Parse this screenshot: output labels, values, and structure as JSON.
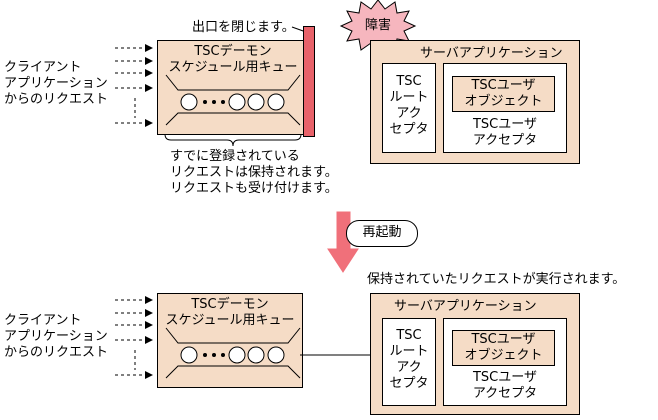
{
  "top": {
    "close_exit": "出口を閉じます。",
    "failure": "障害",
    "client_requests": [
      "クライアント",
      "アプリケーション",
      "からのリクエスト"
    ],
    "queue_title": [
      "TSCデーモン",
      "スケジュール用キュー"
    ],
    "server_app": "サーバアプリケーション",
    "root_acceptor": [
      "TSC",
      "ルート",
      "アク",
      "セプタ"
    ],
    "user_object": "TSCユーザ\nオブジェクト",
    "user_acceptor": [
      "TSCユーザ",
      "アクセプタ"
    ],
    "queued_note": [
      "すでに登録されている",
      "リクエストは保持されます。",
      "リクエストも受け付けます。"
    ]
  },
  "restart_label": "再起動",
  "bottom": {
    "executed_note": "保持されていたリクエストが実行されます。",
    "client_requests": [
      "クライアント",
      "アプリケーション",
      "からのリクエスト"
    ],
    "queue_title": [
      "TSCデーモン",
      "スケジュール用キュー"
    ],
    "server_app": "サーバアプリケーション",
    "root_acceptor": [
      "TSC",
      "ルート",
      "アク",
      "セプタ"
    ],
    "user_object": "TSCユーザ\nオブジェクト",
    "user_acceptor": [
      "TSCユーザ",
      "アクセプタ"
    ]
  },
  "colors": {
    "box_fill": "#f5dcc6",
    "gate_red": "#e8626a",
    "burst_pink": "#f6b6be",
    "restart_arrow": "#f0707a"
  }
}
